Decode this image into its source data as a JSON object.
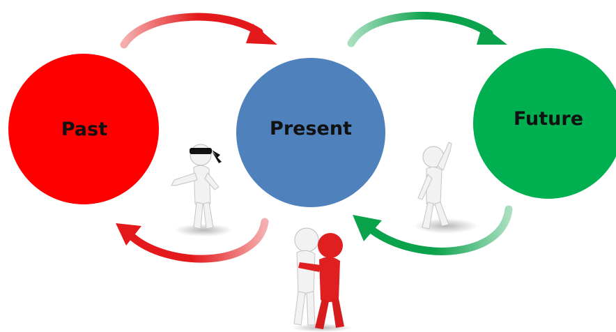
{
  "diagram": {
    "circles": [
      {
        "id": "past",
        "label": "Past",
        "color": "#ff0000"
      },
      {
        "id": "present",
        "label": "Present",
        "color": "#4f81bd"
      },
      {
        "id": "future",
        "label": "Future",
        "color": "#00b050"
      }
    ],
    "arrow_colors": {
      "past_present": "#e3191b",
      "present_future": "#0aa24b"
    },
    "figure_colors": {
      "white_figure": "#f2f2f2",
      "red_figure": "#e02020",
      "blindfold": "#111111"
    },
    "figures": [
      {
        "id": "blindfolded",
        "description_icon": "blindfolded-figure-icon"
      },
      {
        "id": "pointing",
        "description_icon": "pointing-figure-icon"
      },
      {
        "id": "pair",
        "description_icon": "two-figures-embracing-icon"
      }
    ]
  }
}
